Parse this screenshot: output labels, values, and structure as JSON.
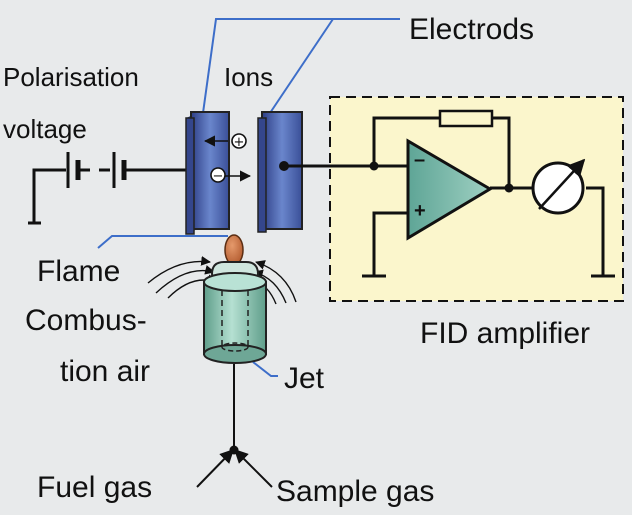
{
  "labels": {
    "electrods": "Electrods",
    "polarisation_line1": "Polarisation",
    "polarisation_line2": "voltage",
    "ions": "Ions",
    "flame": "Flame",
    "combustion_line1": "Combus-",
    "combustion_line2": "tion air",
    "jet": "Jet",
    "fid_amplifier": "FID amplifier",
    "fuel_gas": "Fuel gas",
    "sample_gas": "Sample gas"
  },
  "symbols": {
    "op_amp_minus": "–",
    "op_amp_plus": "+",
    "ion_positive": "⊕",
    "ion_negative": "⊖"
  },
  "colors": {
    "background": "#e8eaeb",
    "amplifier_box": "#fbf6cc",
    "op_amp": "#7fbcae",
    "electrode": "#4a5fa8",
    "flame": "#c86a3c",
    "jet": "#8ec7b4",
    "leader_line": "#3d6ec9"
  }
}
